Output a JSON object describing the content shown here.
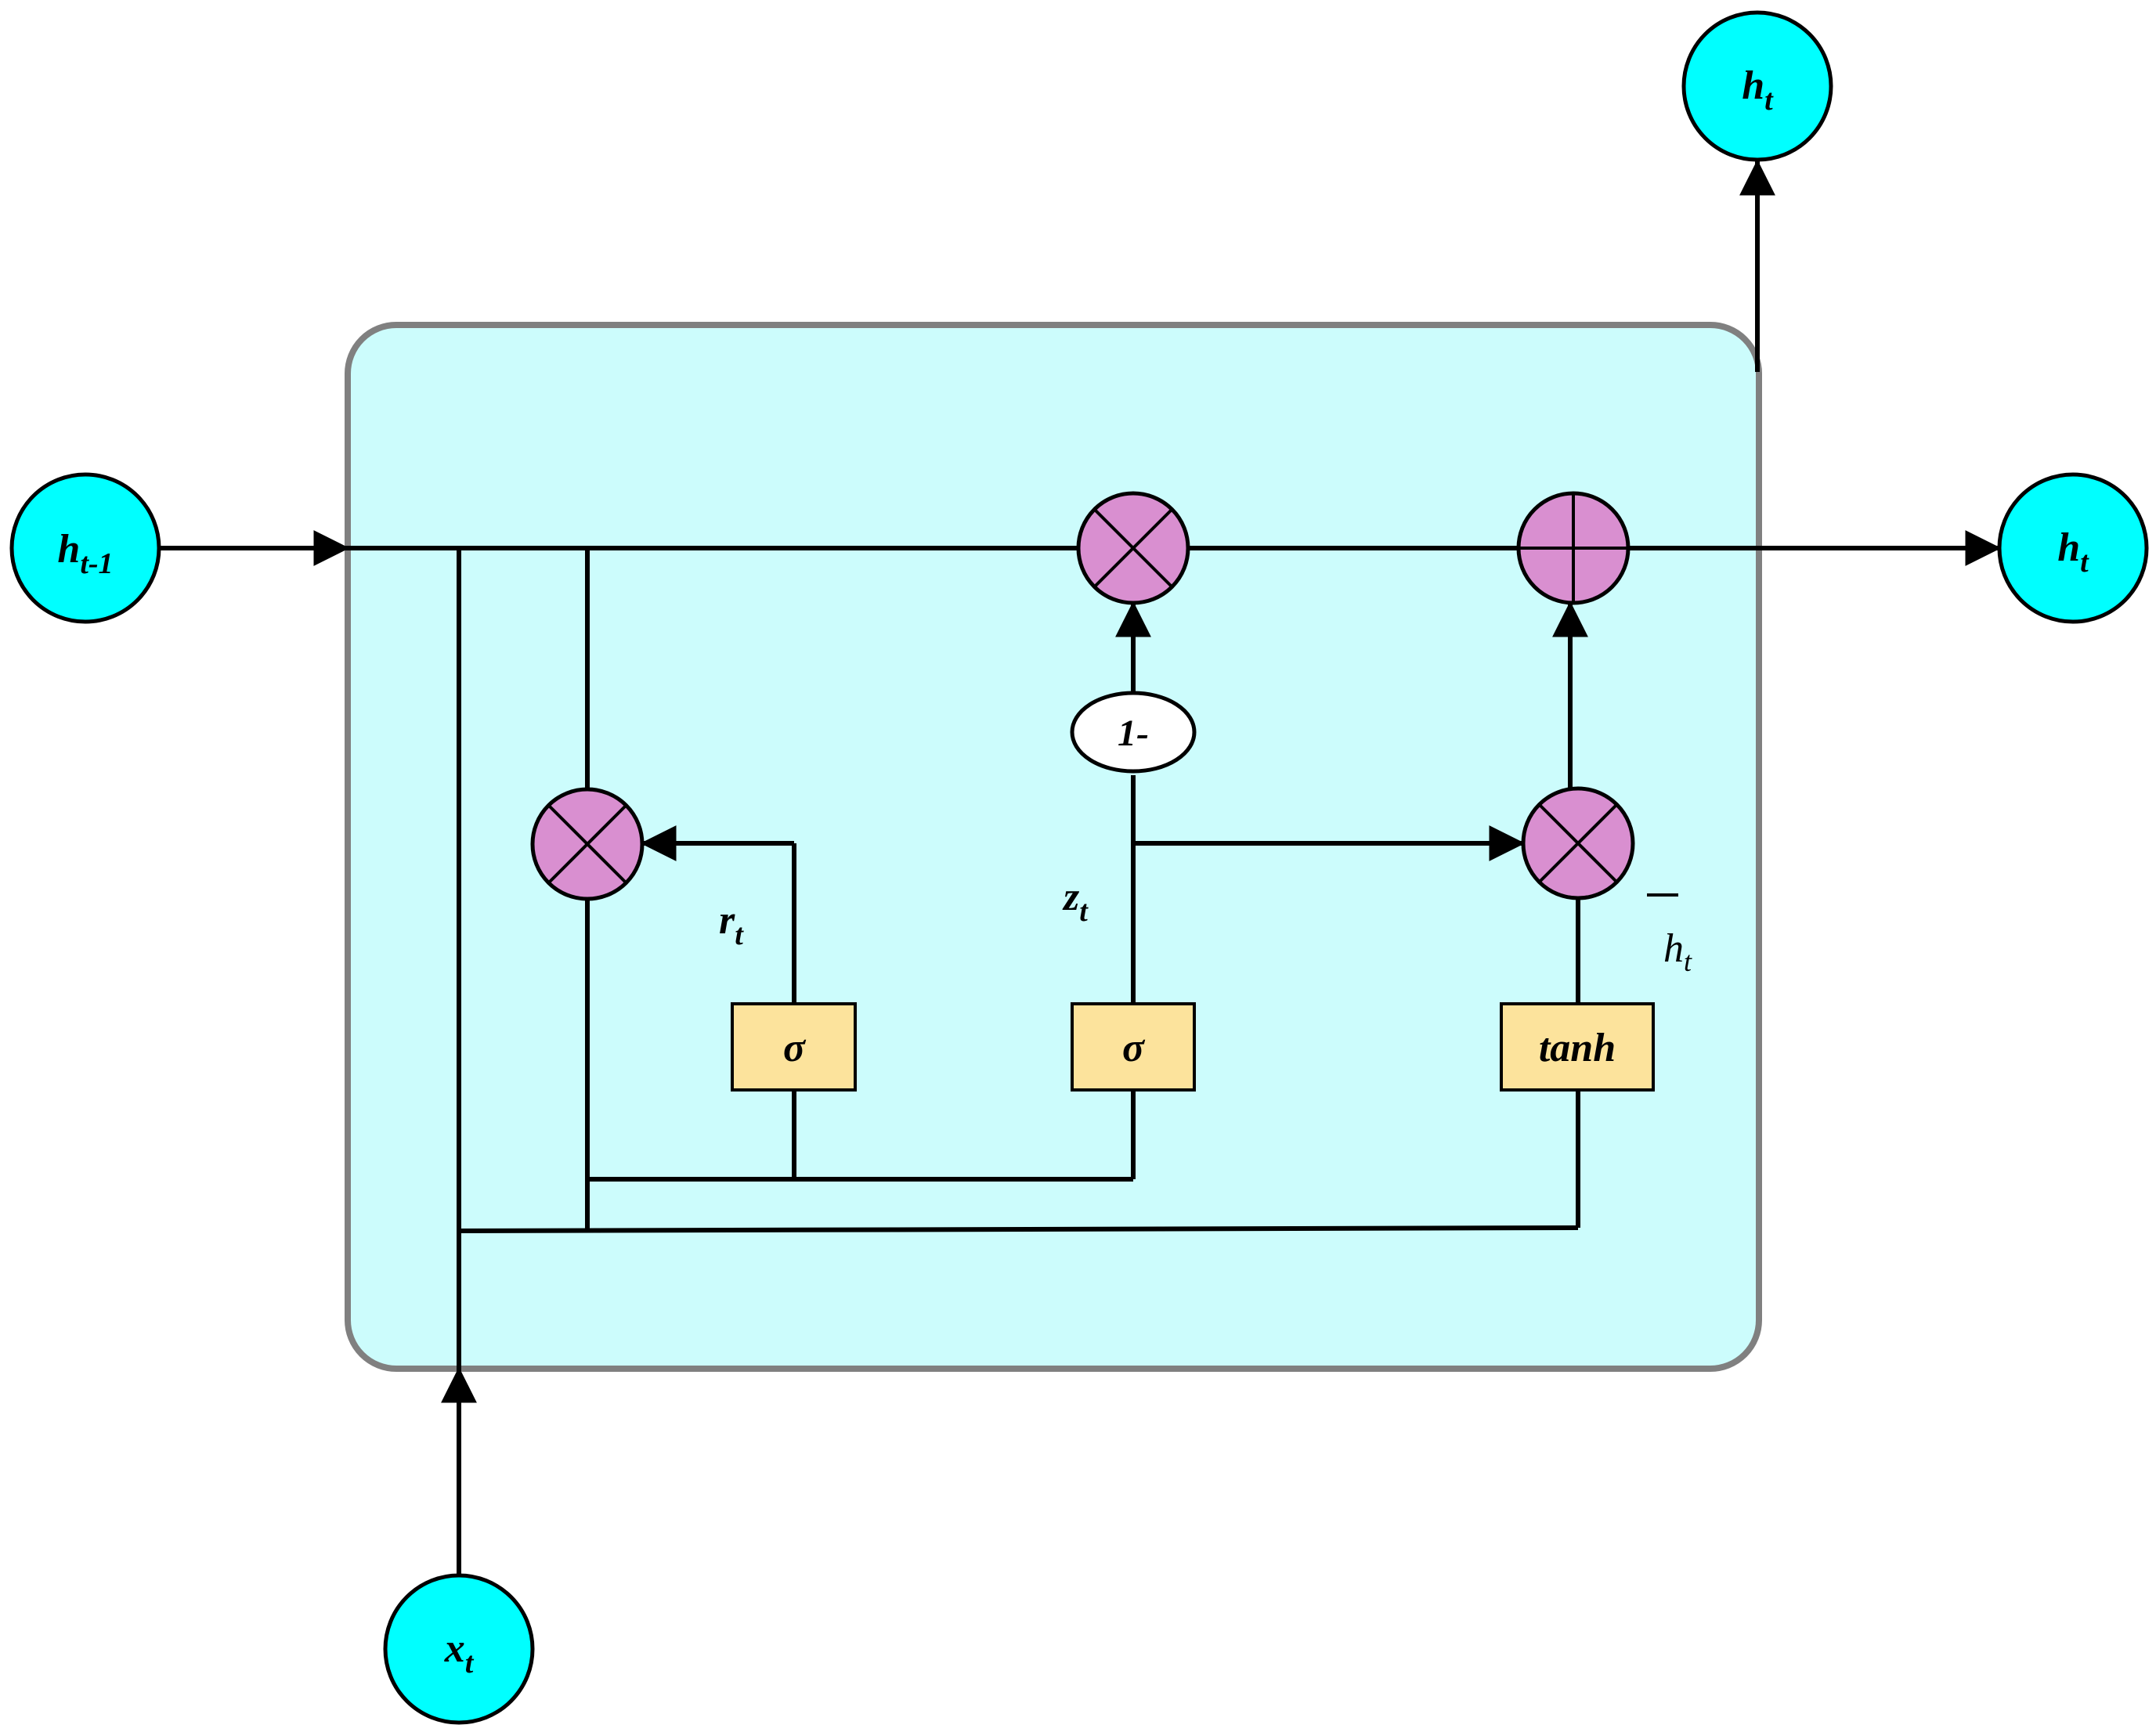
{
  "colors": {
    "node_fill": "#00ffff",
    "cell_fill": "#ccfcfc",
    "cell_border": "#808080",
    "op_fill": "#d98fd0",
    "gate_fill": "#fce39c",
    "one_minus_fill": "#ffffff"
  },
  "nodes": {
    "h_prev": {
      "base": "h",
      "sub": "t-1"
    },
    "h_out_top": {
      "base": "h",
      "sub": "t"
    },
    "h_out_right": {
      "base": "h",
      "sub": "t"
    },
    "x_in": {
      "base": "x",
      "sub": "t"
    }
  },
  "gates": {
    "reset_sigma": "σ",
    "update_sigma": "σ",
    "candidate_tanh": "tanh"
  },
  "operators": {
    "one_minus": "1-"
  },
  "labels": {
    "r_t": {
      "base": "r",
      "sub": "t"
    },
    "z_t": {
      "base": "z",
      "sub": "t"
    },
    "h_tilde": {
      "base": "h",
      "sub": "t"
    }
  }
}
